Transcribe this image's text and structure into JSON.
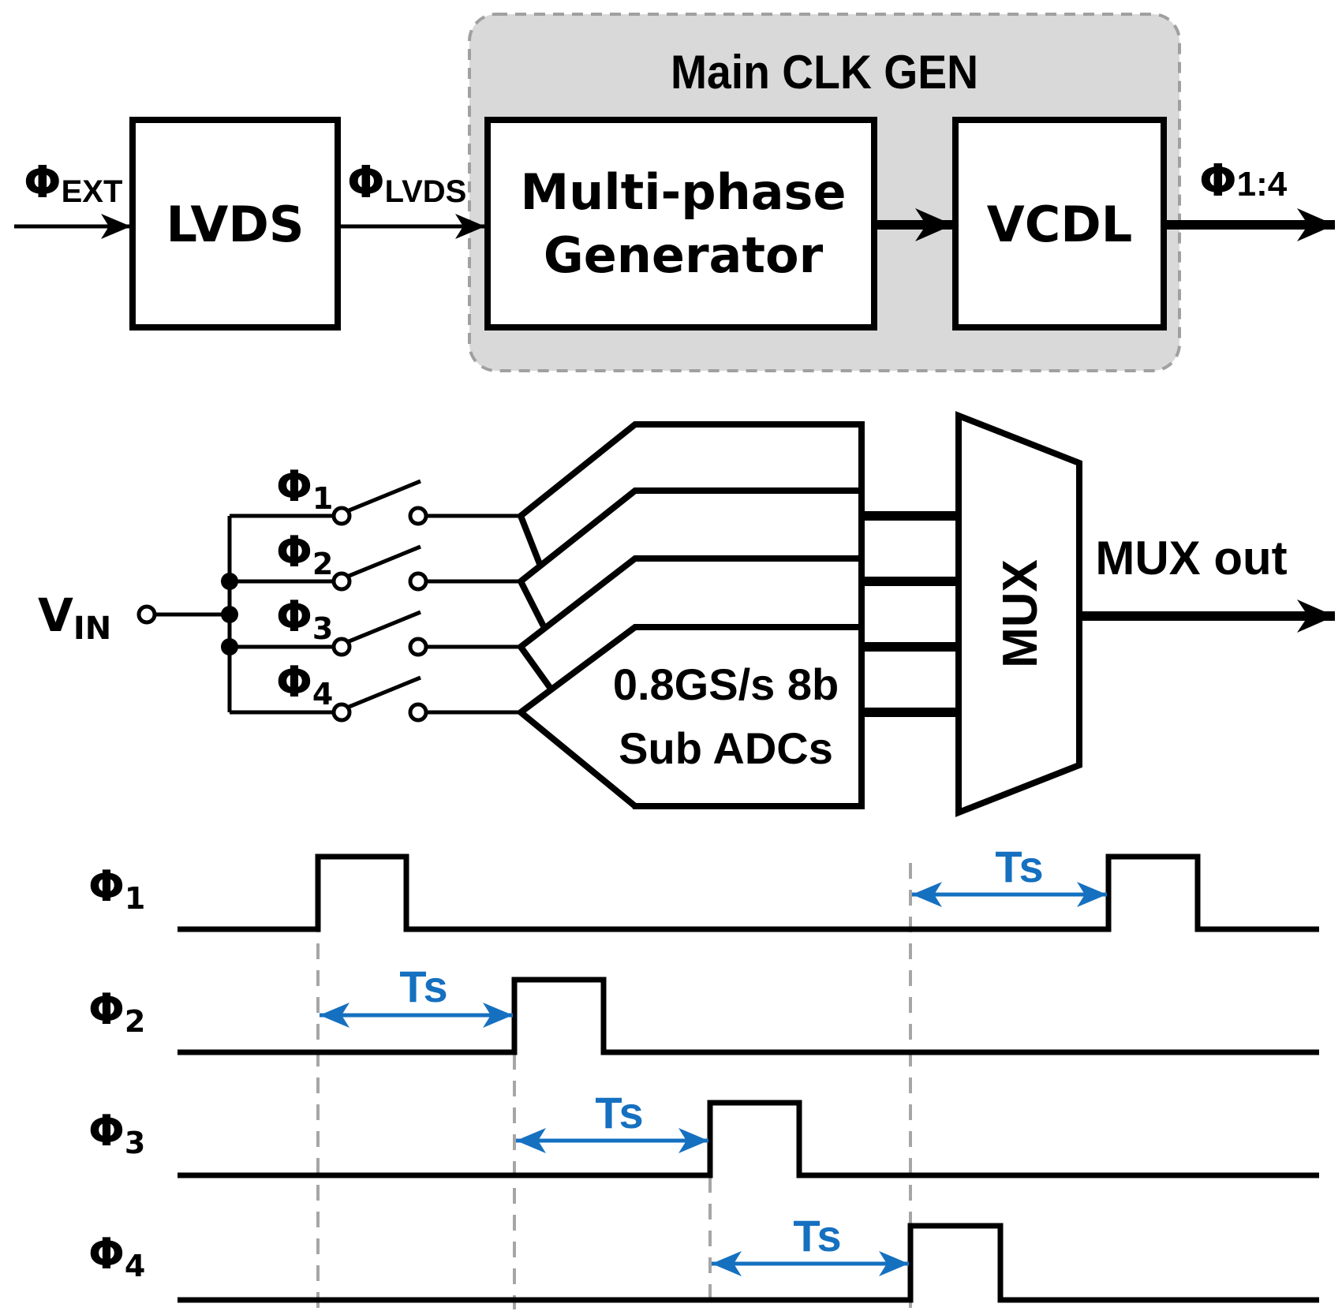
{
  "top": {
    "phi_ext": "Φ",
    "phi_ext_sub": "EXT",
    "lvds_block": "LVDS",
    "phi_lvds": "Φ",
    "phi_lvds_sub": "LVDS",
    "main_clk_gen": "Main CLK GEN",
    "multiphase_line1": "Multi-phase",
    "multiphase_line2": "Generator",
    "vcdl_block": "VCDL",
    "phi_out": "Φ",
    "phi_out_sub": "1:4"
  },
  "middle": {
    "vin": "V",
    "vin_sub": "IN",
    "phases": [
      {
        "sym": "Φ",
        "sub": "1"
      },
      {
        "sym": "Φ",
        "sub": "2"
      },
      {
        "sym": "Φ",
        "sub": "3"
      },
      {
        "sym": "Φ",
        "sub": "4"
      }
    ],
    "adc_line1": "0.8GS/s 8b",
    "adc_line2": "Sub ADCs",
    "mux": "MUX",
    "mux_out": "MUX out"
  },
  "timing": {
    "phases": [
      {
        "sym": "Φ",
        "sub": "1"
      },
      {
        "sym": "Φ",
        "sub": "2"
      },
      {
        "sym": "Φ",
        "sub": "3"
      },
      {
        "sym": "Φ",
        "sub": "4"
      }
    ],
    "ts_label": "Ts"
  },
  "colors": {
    "accent_blue": "#1570c0",
    "clk_gen_fill": "#d9d9d9",
    "guide_gray": "#a6a6a6"
  }
}
